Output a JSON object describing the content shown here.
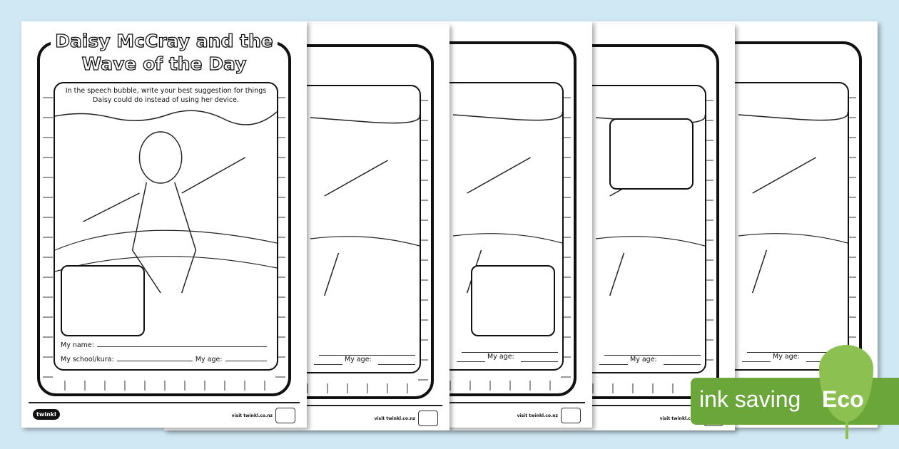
{
  "worksheet": {
    "title_line1": "Daisy McCray and the",
    "title_line2": "Wave of the Day",
    "instruction_line1": "In the speech bubble, write your best suggestion for things",
    "instruction_line2": "Daisy could do instead of using her device.",
    "name_label": "My name:",
    "school_label": "My school/kura:",
    "age_label": "My age:",
    "logo": "twinkl",
    "footer_url": "visit twinkl.co.nz"
  },
  "eco_badge": {
    "label": "ink saving",
    "eco": "Eco",
    "color": "#6aa63a",
    "leaf_color": "#8cc152"
  }
}
